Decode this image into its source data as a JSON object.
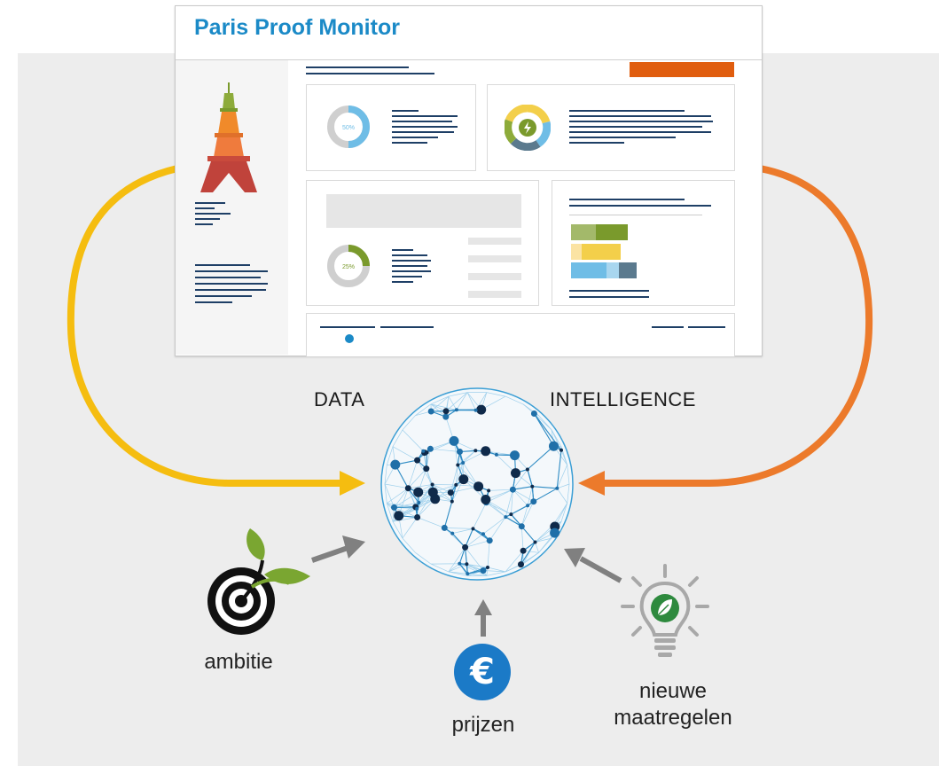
{
  "monitor": {
    "title": "Paris Proof Monitor",
    "donut_1_label": "50%",
    "donut_2_label": "25%"
  },
  "labels": {
    "data": "DATA",
    "intelligence": "INTELLIGENCE"
  },
  "inputs": [
    {
      "name": "ambitie",
      "label": "ambitie"
    },
    {
      "name": "prijzen",
      "label": "prijzen",
      "symbol": "€"
    },
    {
      "name": "nieuwe_maatregelen",
      "label_line1": "nieuwe",
      "label_line2": "maatregelen"
    }
  ],
  "colors": {
    "accent_blue": "#1b8ac7",
    "yellow_arrow": "#f5bd10",
    "orange_arrow": "#ec7a2b",
    "navy": "#1e3f66",
    "orange_bar": "#e05d0e",
    "green": "#7a9a2c",
    "light_blue": "#6fbde6"
  },
  "icons": [
    "eiffel-tower-icon",
    "donut-chart-icon",
    "energy-ring-icon",
    "network-globe-icon",
    "target-plant-icon",
    "euro-coin-icon",
    "lightbulb-leaf-icon"
  ]
}
